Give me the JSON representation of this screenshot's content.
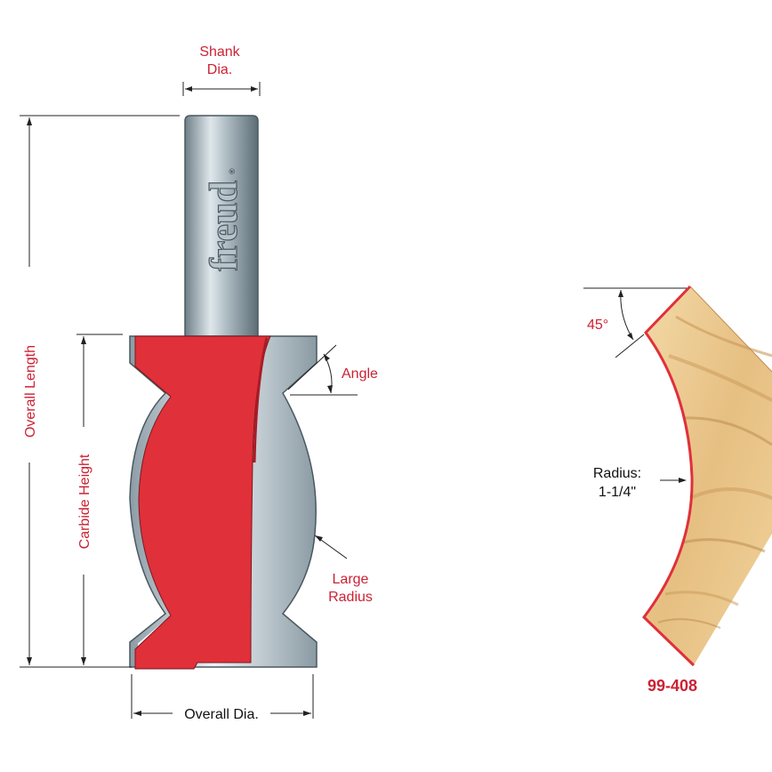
{
  "labels": {
    "shank_line1": "Shank",
    "shank_line2": "Dia.",
    "overall_length": "Overall Length",
    "carbide_height": "Carbide Height",
    "angle": "Angle",
    "large_radius_line1": "Large",
    "large_radius_line2": "Radius",
    "overall_dia": "Overall Dia.",
    "angle_value": "45°",
    "radius_line1": "Radius:",
    "radius_line2": "1-1/4\"",
    "part_number": "99-408"
  },
  "brand": {
    "logo_text": "freud",
    "registered_mark": "®"
  },
  "colors": {
    "carbide_red": "#e0303a",
    "label_red": "#cc2233",
    "steel": "#9aaab4",
    "wood": "#e8c890"
  }
}
